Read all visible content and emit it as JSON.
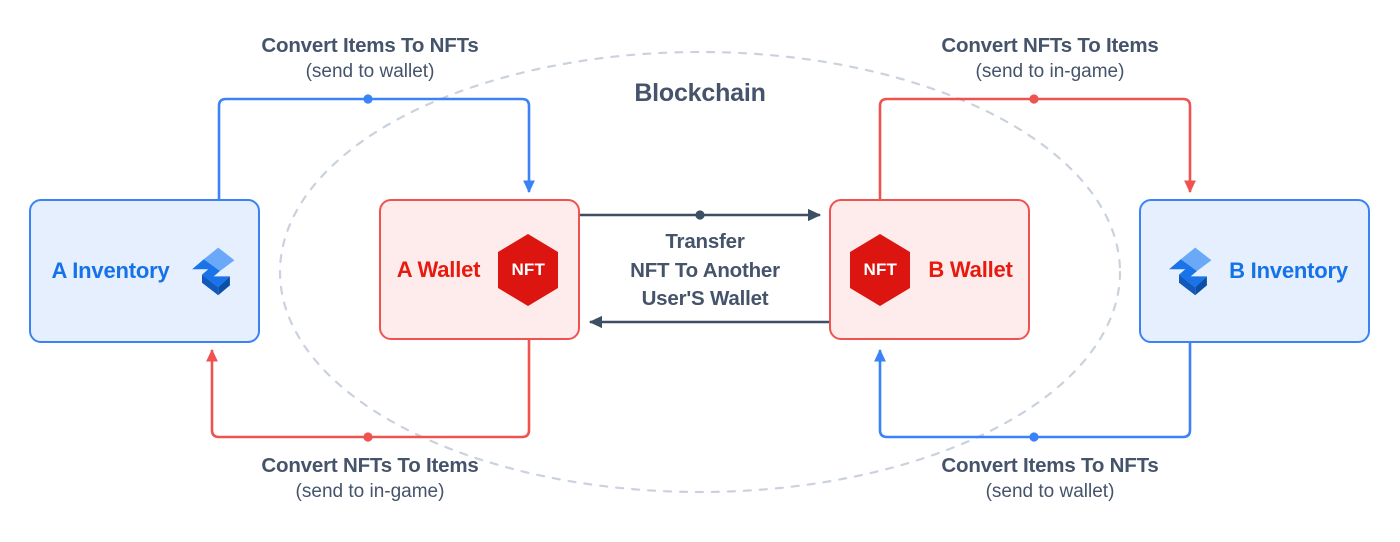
{
  "diagram": {
    "title": "Blockchain",
    "colors": {
      "inventory_border": "#3b82f6",
      "inventory_fill": "#e5effd",
      "inventory_text": "#1672e8",
      "wallet_border": "#ef5350",
      "wallet_fill": "#fdeceb",
      "wallet_text": "#e8190f",
      "nft_badge": "#dd1510",
      "caption_text": "#45536b",
      "transfer_arrow": "#3d4f63",
      "blue_path": "#3b82f6",
      "red_path": "#ef5350",
      "ellipse_dash": "#c9d2dd"
    }
  },
  "nodes": {
    "a_inventory": {
      "label": "A Inventory",
      "icon": "inventory-bolt-icon"
    },
    "a_wallet": {
      "label": "A Wallet",
      "badge": "NFT",
      "icon": "nft-hexagon-icon"
    },
    "b_wallet": {
      "label": "B Wallet",
      "badge": "NFT",
      "icon": "nft-hexagon-icon"
    },
    "b_inventory": {
      "label": "B Inventory",
      "icon": "inventory-bolt-icon"
    }
  },
  "captions": {
    "top_left": {
      "main": "Convert Items To NFTs",
      "sub": "(send to wallet)"
    },
    "top_right": {
      "main": "Convert NFTs To Items",
      "sub": "(send to in-game)"
    },
    "bottom_left": {
      "main": "Convert NFTs To Items",
      "sub": "(send to in-game)"
    },
    "bottom_right": {
      "main": "Convert Items To NFTs",
      "sub": "(send to wallet)"
    },
    "transfer": {
      "line1": "Transfer",
      "line2": "NFT To Another",
      "line3": "User'S Wallet"
    }
  }
}
